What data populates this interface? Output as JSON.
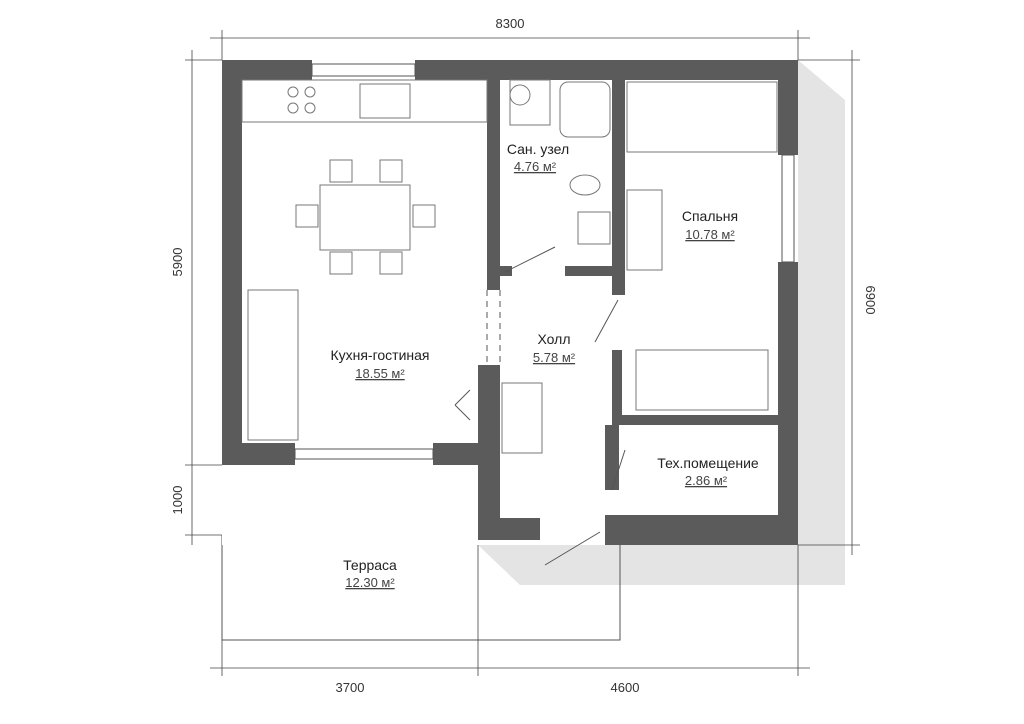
{
  "rooms": {
    "kitchen": {
      "name": "Кухня-гостиная",
      "area": "18.55 м²"
    },
    "bathroom": {
      "name": "Сан. узел",
      "area": "4.76 м²"
    },
    "bedroom": {
      "name": "Спальня",
      "area": "10.78 м²"
    },
    "hall": {
      "name": "Холл",
      "area": "5.78 м²"
    },
    "tech": {
      "name": "Тех.помещение",
      "area": "2.86 м²"
    },
    "terrace": {
      "name": "Терраса",
      "area": "12.30 м²"
    }
  },
  "dimensions": {
    "top": "8300",
    "left_main": "5900",
    "left_terrace": "1000",
    "right": "6900",
    "bottom_left": "3700",
    "bottom_right": "4600"
  },
  "colors": {
    "wall": "#5b5b5b",
    "shadow": "#e2e2e2"
  }
}
